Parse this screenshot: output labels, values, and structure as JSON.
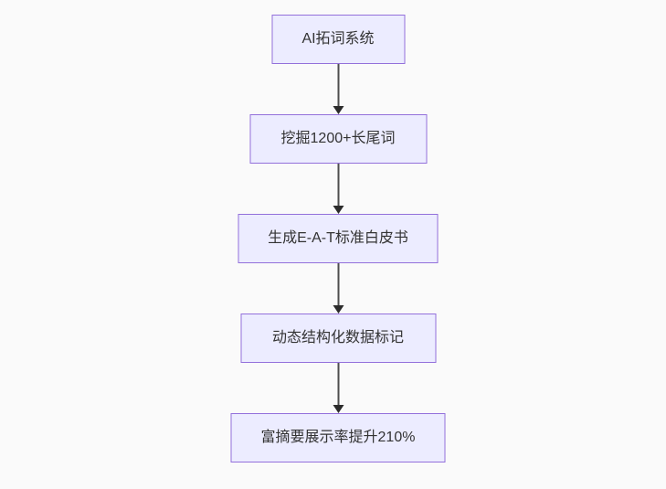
{
  "page": {
    "background_color": "#fafafa"
  },
  "diagram": {
    "type": "flowchart",
    "direction": "top-down",
    "style": {
      "node_fill_color": "#ECECFF",
      "node_border_color": "#9370DB",
      "node_text_color": "#333333",
      "edge_line_color": "#4d4d4d",
      "arrowhead_color": "#2b2b2b"
    },
    "nodes": [
      {
        "id": "n1",
        "label": "AI拓词系统"
      },
      {
        "id": "n2",
        "label": "挖掘1200+长尾词"
      },
      {
        "id": "n3",
        "label": "生成E-A-T标准白皮书"
      },
      {
        "id": "n4",
        "label": "动态结构化数据标记"
      },
      {
        "id": "n5",
        "label": "富摘要展示率提升210%"
      }
    ],
    "edges": [
      {
        "from": "n1",
        "to": "n2",
        "arrow": "down"
      },
      {
        "from": "n2",
        "to": "n3",
        "arrow": "down"
      },
      {
        "from": "n3",
        "to": "n4",
        "arrow": "down"
      },
      {
        "from": "n4",
        "to": "n5",
        "arrow": "down"
      }
    ]
  }
}
